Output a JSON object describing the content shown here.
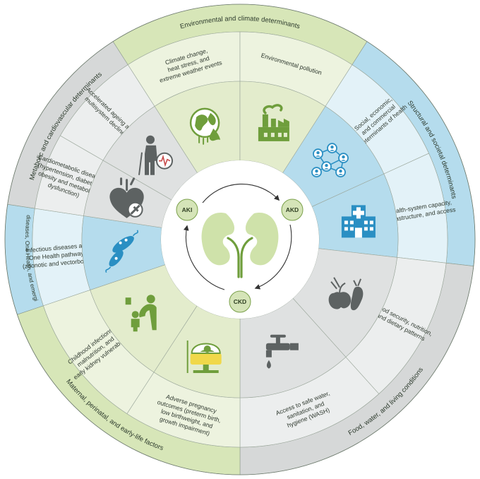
{
  "colors": {
    "green": "#d7e6b8",
    "green_light": "#edf3df",
    "green_icon_bg": "#e3eccc",
    "green_icon": "#6f9e3c",
    "blue": "#b5dced",
    "blue_light": "#e3f2f8",
    "blue_icon": "#2a8fc3",
    "gray": "#d6d8d8",
    "gray_light": "#eceeee",
    "gray_icon_bg": "#dfe1e1",
    "gray_icon": "#5d6262",
    "center_fill": "#ffffff",
    "badge_fill": "#d5e4b8"
  },
  "outer_ring": [
    {
      "id": "env",
      "label": "Environmental and climate determinants",
      "color": "green"
    },
    {
      "id": "struct",
      "label": "Structural and societal determinants",
      "color": "blue"
    },
    {
      "id": "food",
      "label": "Food, water, and living conditions",
      "color": "gray"
    },
    {
      "id": "maternal",
      "label": "Maternal, perinatal, and early-life factors",
      "color": "green"
    },
    {
      "id": "infect",
      "label": "Infectious diseases, One Health, and emerging threats",
      "color": "blue"
    },
    {
      "id": "metab",
      "label": "Metabolic and cardiovascular determinants",
      "color": "gray"
    }
  ],
  "segments": [
    {
      "lines": [
        "Climate change,",
        "heat stress, and",
        "extreme weather events"
      ],
      "color": "green",
      "icon": "globe-fire-icon"
    },
    {
      "lines": [
        "Environmental pollution"
      ],
      "color": "green",
      "icon": "factory-pollution-icon"
    },
    {
      "lines": [
        "Social, economic,",
        "and commercial",
        "determinants of health"
      ],
      "color": "blue",
      "icon": "social-network-icon"
    },
    {
      "lines": [
        "Health-system capacity,",
        "infrastructure, and access"
      ],
      "color": "blue",
      "icon": "hospital-icon"
    },
    {
      "lines": [
        "Food security, nutrition,",
        "and dietary patterns"
      ],
      "color": "gray",
      "icon": "food-icon"
    },
    {
      "lines": [
        "Access to safe water,",
        "sanitation, and",
        "hygiene (WASH)"
      ],
      "color": "gray",
      "icon": "water-tap-icon"
    },
    {
      "lines": [
        "Adverse pregnancy",
        "outcomes (preterm birth,",
        "low birthweight, and",
        "growth impairment)"
      ],
      "color": "green",
      "icon": "incubator-icon"
    },
    {
      "lines": [
        "Childhood infections,",
        "malnutrition, and",
        "early kidney vulnerability"
      ],
      "color": "green",
      "icon": "mother-child-icon"
    },
    {
      "lines": [
        "Infectious diseases and",
        "One Health pathways",
        "(zoonotic and vectorborne)"
      ],
      "color": "blue",
      "icon": "bacteria-icon"
    },
    {
      "lines": [
        "Cardiometabolic diseases",
        "(hypertension, diabetes,",
        "obesity and metabolic",
        "dysfunction)"
      ],
      "color": "gray",
      "icon": "heart-icon"
    },
    {
      "lines": [
        "Accelerated ageing and",
        "multisystem decline"
      ],
      "color": "gray",
      "icon": "elderly-icon"
    }
  ],
  "center": {
    "aki": "AKI",
    "akd": "AKD",
    "ckd": "CKD"
  }
}
